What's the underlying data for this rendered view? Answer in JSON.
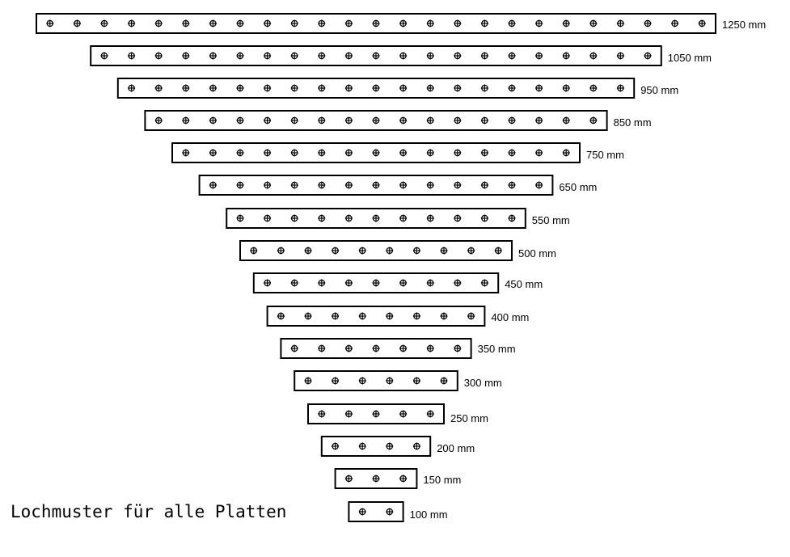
{
  "title": "Lochmuster für alle Platten",
  "colors": {
    "stroke": "#000000",
    "background": "#ffffff"
  },
  "plates": [
    {
      "length_mm": 1250,
      "holes": 25,
      "label": "1250 mm"
    },
    {
      "length_mm": 1050,
      "holes": 21,
      "label": "1050 mm"
    },
    {
      "length_mm": 950,
      "holes": 19,
      "label": "950 mm"
    },
    {
      "length_mm": 850,
      "holes": 17,
      "label": "850 mm"
    },
    {
      "length_mm": 750,
      "holes": 15,
      "label": "750 mm"
    },
    {
      "length_mm": 650,
      "holes": 13,
      "label": "650 mm"
    },
    {
      "length_mm": 550,
      "holes": 11,
      "label": "550 mm"
    },
    {
      "length_mm": 500,
      "holes": 10,
      "label": "500 mm"
    },
    {
      "length_mm": 450,
      "holes": 9,
      "label": "450 mm"
    },
    {
      "length_mm": 400,
      "holes": 8,
      "label": "400 mm"
    },
    {
      "length_mm": 350,
      "holes": 7,
      "label": "350 mm"
    },
    {
      "length_mm": 300,
      "holes": 6,
      "label": "300 mm"
    },
    {
      "length_mm": 250,
      "holes": 5,
      "label": "250 mm"
    },
    {
      "length_mm": 200,
      "holes": 4,
      "label": "200 mm"
    },
    {
      "length_mm": 150,
      "holes": 3,
      "label": "150 mm"
    },
    {
      "length_mm": 100,
      "holes": 2,
      "label": "100 mm"
    }
  ],
  "hole_pitch_mm": 50
}
